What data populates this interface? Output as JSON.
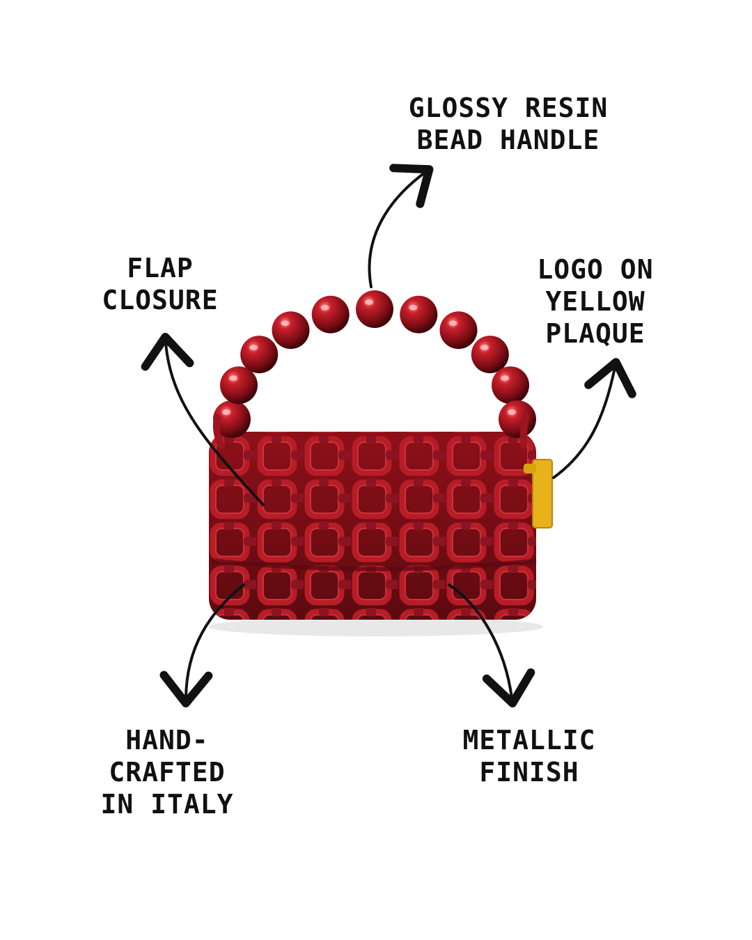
{
  "annotations": {
    "handle": [
      "Glossy resin",
      "bead handle"
    ],
    "flap": [
      "Flap",
      "closure"
    ],
    "logo": [
      "Logo on",
      "yellow",
      "plaque"
    ],
    "handcrafted": [
      "Hand-",
      "crafted",
      "in Italy"
    ],
    "metallic": [
      "Metallic",
      "finish"
    ]
  },
  "colors": {
    "background": "#ffffff",
    "ink": "#111111",
    "bag_red": "#a3151f",
    "bag_dark": "#6e0c14",
    "plaque_yellow": "#e8b21a"
  }
}
